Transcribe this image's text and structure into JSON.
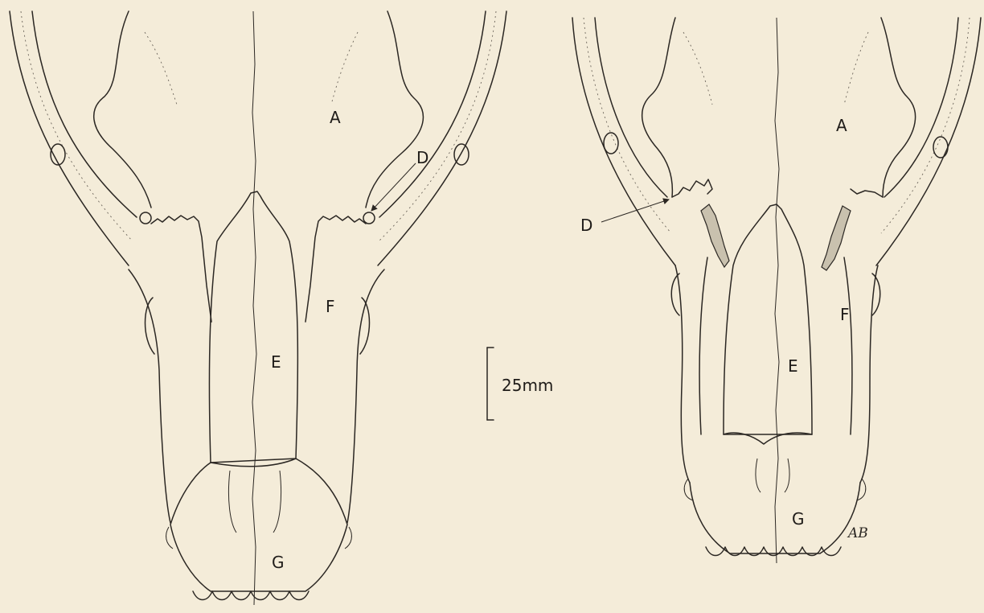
{
  "left_skull": {
    "label_a": "A",
    "label_d": "D",
    "label_e": "E",
    "label_f": "F",
    "label_g": "G"
  },
  "right_skull": {
    "label_a": "A",
    "label_d": "D",
    "label_e": "E",
    "label_f": "F",
    "label_g": "G"
  },
  "scale_bar": {
    "label": "25mm"
  },
  "signature": {
    "text": "AB"
  },
  "colors": {
    "paper": "#f4ecd9",
    "ink": "#2b2723",
    "stipple": "#c9c1ae"
  }
}
